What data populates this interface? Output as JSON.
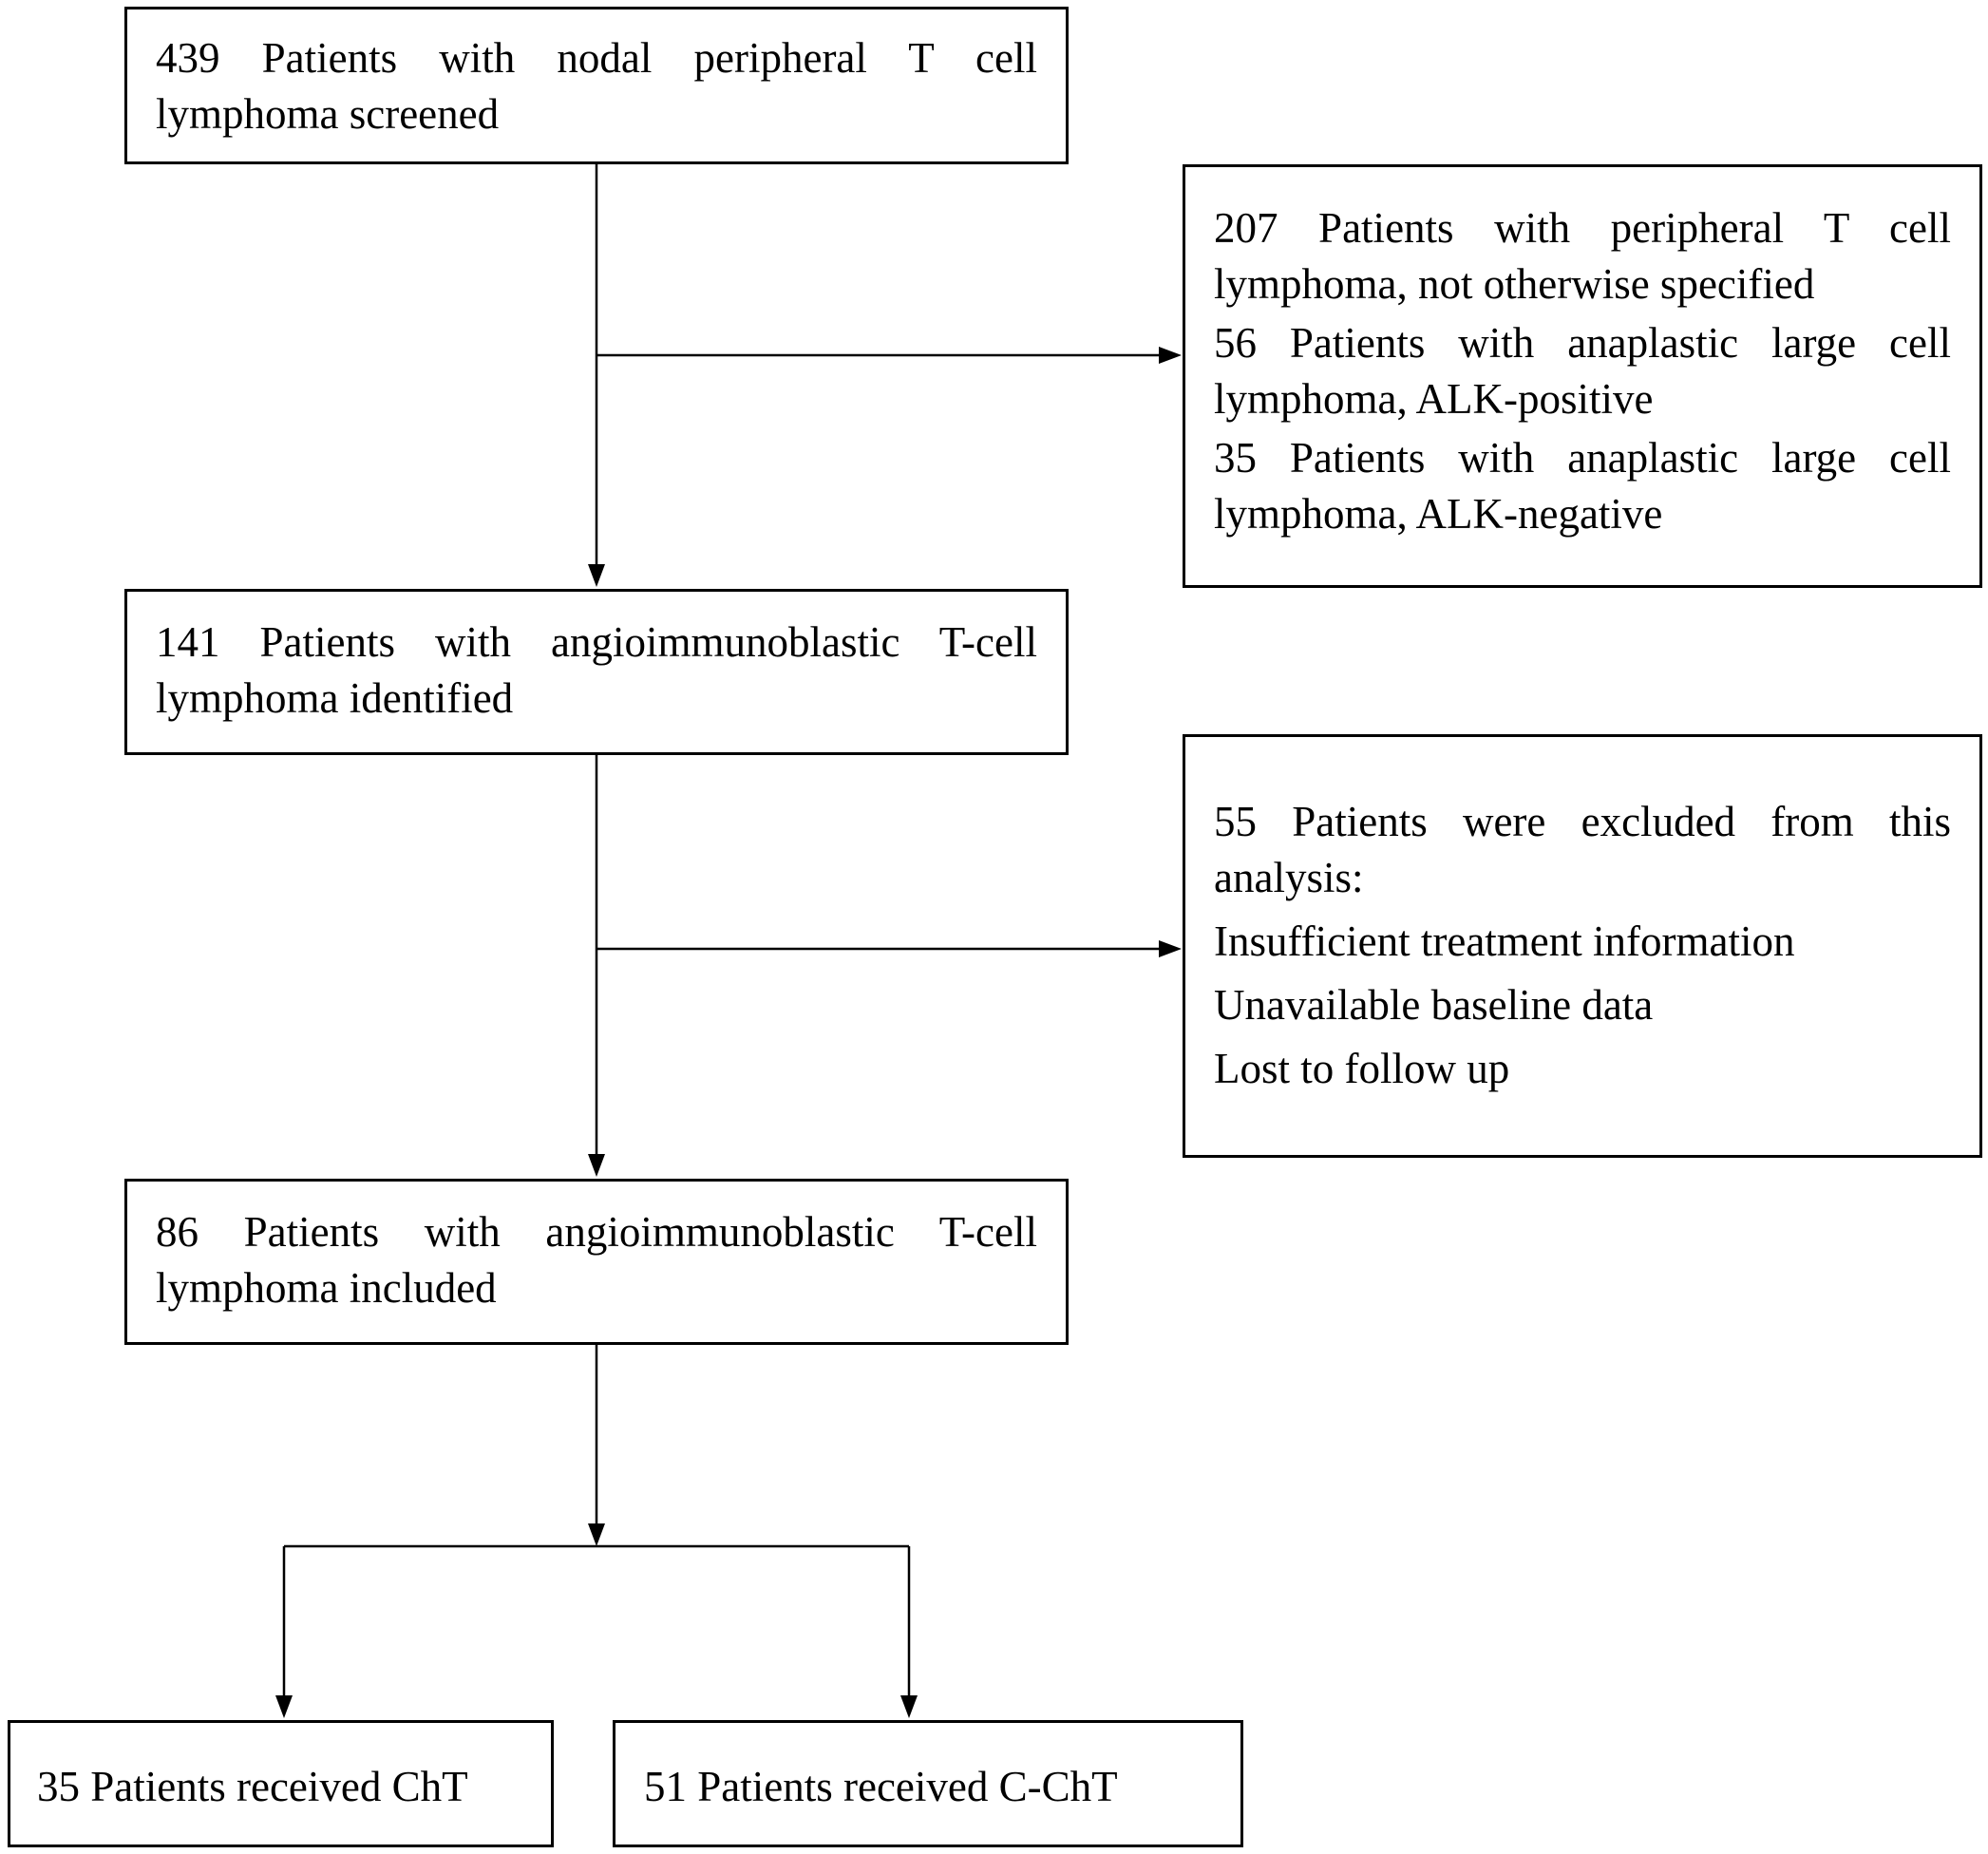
{
  "boxes": {
    "screened": {
      "text": "439 Patients with nodal peripheral T cell lymphoma screened"
    },
    "other_subtypes": {
      "lines": [
        "207 Patients with peripheral T cell lymphoma, not otherwise specified",
        "56 Patients with anaplastic large cell lymphoma, ALK-positive",
        "35 Patients with anaplastic large cell lymphoma, ALK-negative"
      ]
    },
    "aitl_identified": {
      "text": "141 Patients with angioimmunoblastic T-cell lymphoma identified"
    },
    "excluded": {
      "heading": "55 Patients were excluded from this analysis:",
      "reasons": [
        "Insufficient treatment information",
        "Unavailable baseline data",
        "Lost to follow up"
      ]
    },
    "aitl_included": {
      "text": "86 Patients with angioimmunoblastic T-cell lymphoma included"
    },
    "cht": {
      "text": "35 Patients received ChT"
    },
    "ccht": {
      "text": "51 Patients received C-ChT"
    }
  }
}
